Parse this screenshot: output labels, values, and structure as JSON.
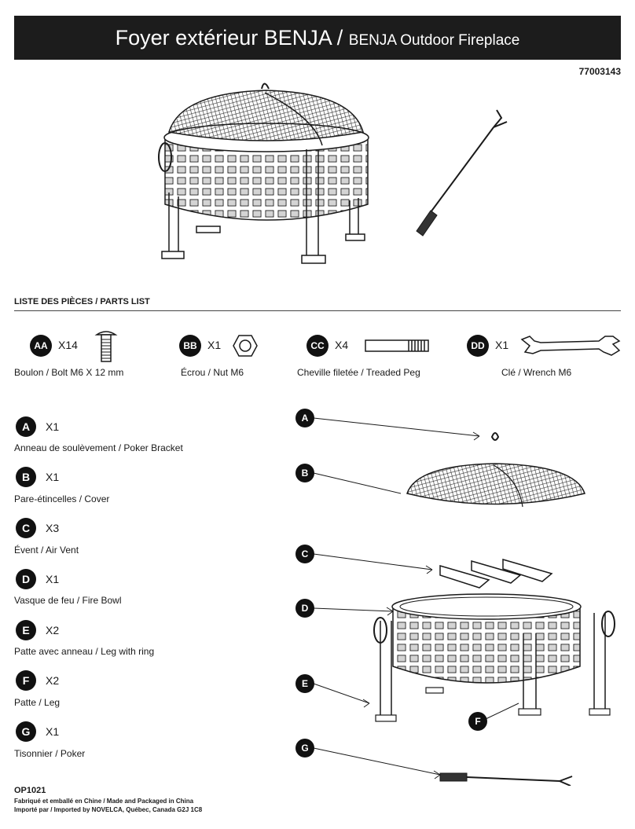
{
  "header": {
    "title_fr": "Foyer extérieur BENJA",
    "separator": " / ",
    "title_en": "BENJA Outdoor Fireplace",
    "model_number": "77003143"
  },
  "parts_list": {
    "heading": "LISTE DES PIÈCES / PARTS LIST",
    "hardware": [
      {
        "code": "AA",
        "qty": "X14",
        "label": "Boulon / Bolt M6 X 12 mm",
        "icon": "bolt-icon"
      },
      {
        "code": "BB",
        "qty": "X1",
        "label": "Écrou / Nut M6",
        "icon": "nut-icon"
      },
      {
        "code": "CC",
        "qty": "X4",
        "label": "Cheville filetée / Treaded Peg",
        "icon": "threaded-peg-icon"
      },
      {
        "code": "DD",
        "qty": "X1",
        "label": "Clé / Wrench M6",
        "icon": "wrench-icon"
      }
    ],
    "parts": [
      {
        "code": "A",
        "qty": "X1",
        "label": "Anneau de soulèvement / Poker Bracket"
      },
      {
        "code": "B",
        "qty": "X1",
        "label": "Pare-étincelles / Cover"
      },
      {
        "code": "C",
        "qty": "X3",
        "label": "Évent / Air Vent"
      },
      {
        "code": "D",
        "qty": "X1",
        "label": "Vasque de feu / Fire Bowl"
      },
      {
        "code": "E",
        "qty": "X2",
        "label": "Patte avec anneau / Leg with ring"
      },
      {
        "code": "F",
        "qty": "X2",
        "label": "Patte / Leg"
      },
      {
        "code": "G",
        "qty": "X1",
        "label": "Tisonnier / Poker"
      }
    ]
  },
  "diagram": {
    "callouts": [
      "A",
      "B",
      "C",
      "D",
      "E",
      "F",
      "G"
    ]
  },
  "footer": {
    "code": "OP1021",
    "line1": "Fabriqué et emballé en Chine / Made and Packaged in China",
    "line2": "Importé par / Imported by NOVELCA, Québec, Canada G2J 1C8"
  },
  "colors": {
    "title_bar": "#1c1c1c",
    "badge": "#111111",
    "line_art": "#1a1a1a"
  }
}
